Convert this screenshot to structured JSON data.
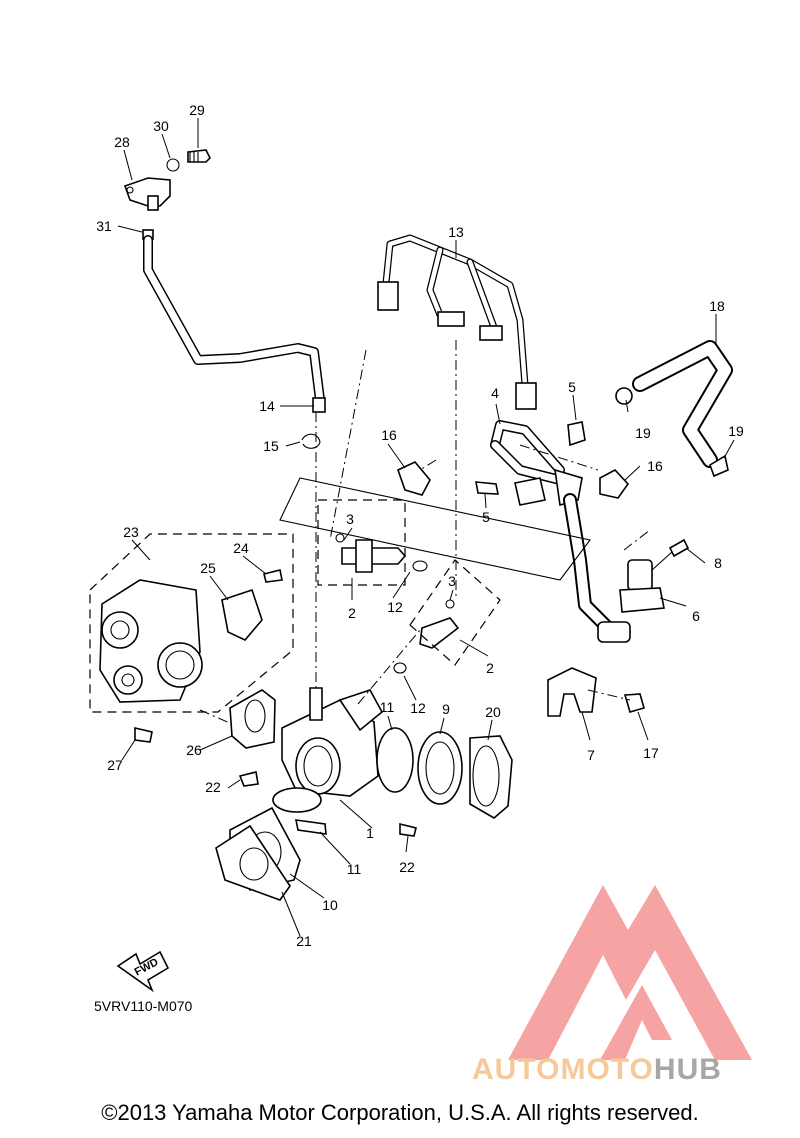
{
  "callouts": [
    {
      "id": "c1",
      "text": "1"
    },
    {
      "id": "c2a",
      "text": "2"
    },
    {
      "id": "c2b",
      "text": "2"
    },
    {
      "id": "c3a",
      "text": "3"
    },
    {
      "id": "c3b",
      "text": "3"
    },
    {
      "id": "c4",
      "text": "4"
    },
    {
      "id": "c5a",
      "text": "5"
    },
    {
      "id": "c5b",
      "text": "5"
    },
    {
      "id": "c6",
      "text": "6"
    },
    {
      "id": "c7",
      "text": "7"
    },
    {
      "id": "c8",
      "text": "8"
    },
    {
      "id": "c9",
      "text": "9"
    },
    {
      "id": "c10",
      "text": "10"
    },
    {
      "id": "c11a",
      "text": "11"
    },
    {
      "id": "c11b",
      "text": "11"
    },
    {
      "id": "c12a",
      "text": "12"
    },
    {
      "id": "c12b",
      "text": "12"
    },
    {
      "id": "c13",
      "text": "13"
    },
    {
      "id": "c14",
      "text": "14"
    },
    {
      "id": "c15",
      "text": "15"
    },
    {
      "id": "c16a",
      "text": "16"
    },
    {
      "id": "c16b",
      "text": "16"
    },
    {
      "id": "c17",
      "text": "17"
    },
    {
      "id": "c18",
      "text": "18"
    },
    {
      "id": "c19a",
      "text": "19"
    },
    {
      "id": "c19b",
      "text": "19"
    },
    {
      "id": "c20",
      "text": "20"
    },
    {
      "id": "c21",
      "text": "21"
    },
    {
      "id": "c22a",
      "text": "22"
    },
    {
      "id": "c22b",
      "text": "22"
    },
    {
      "id": "c23",
      "text": "23"
    },
    {
      "id": "c24",
      "text": "24"
    },
    {
      "id": "c25",
      "text": "25"
    },
    {
      "id": "c26",
      "text": "26"
    },
    {
      "id": "c27",
      "text": "27"
    },
    {
      "id": "c28",
      "text": "28"
    },
    {
      "id": "c29",
      "text": "29"
    },
    {
      "id": "c30",
      "text": "30"
    },
    {
      "id": "c31",
      "text": "31"
    }
  ],
  "fwd_label": "FWD",
  "diagram_code": "5VRV110-M070",
  "copyright": "©2013 Yamaha Motor Corporation, U.S.A. All rights reserved.",
  "watermark": {
    "part_a": "AUTOMOTO",
    "part_b": "HUB",
    "logo_color": "#f5a3a3",
    "accent_color": "#f7c89a",
    "secondary_color": "#a7a7a7"
  }
}
